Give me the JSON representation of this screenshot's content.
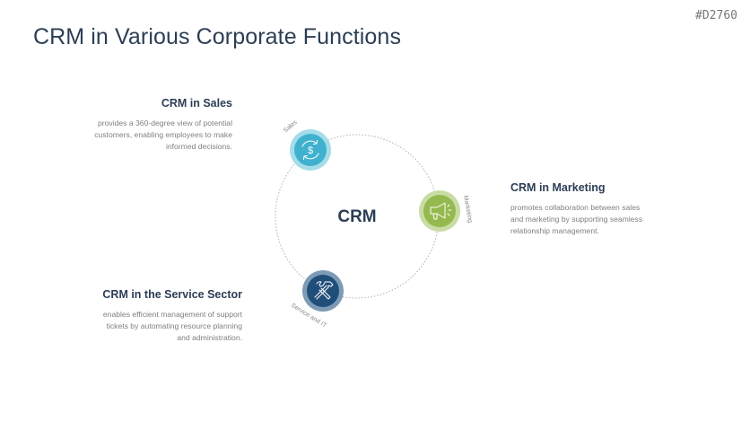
{
  "header": {
    "title": "CRM in Various Corporate Functions",
    "code": "#D2760"
  },
  "diagram": {
    "center_label": "CRM",
    "nodes": [
      {
        "id": "sales",
        "label": "Sales",
        "icon": "dollar-cycle-icon",
        "color": "#3fb1ce",
        "ring_color": "#a6dcea"
      },
      {
        "id": "marketing",
        "label": "Marketing",
        "icon": "megaphone-icon",
        "color": "#94b94f",
        "ring_color": "#c8dca4"
      },
      {
        "id": "service",
        "label": "Service and IT",
        "icon": "tools-icon",
        "color": "#1f4e79",
        "ring_color": "#7d9bb5"
      }
    ]
  },
  "sections": {
    "sales": {
      "heading": "CRM in Sales",
      "text_lines": [
        "provides a 360-degree view of potential",
        "customers, enabling employees to make",
        "informed decisions."
      ]
    },
    "marketing": {
      "heading": "CRM in Marketing",
      "text_lines": [
        "promotes collaboration between sales",
        "and marketing by supporting seamless",
        "relationship management."
      ]
    },
    "service": {
      "heading": "CRM in the Service Sector",
      "text_lines": [
        "enables efficient management of support",
        "tickets by automating resource planning",
        "and administration."
      ]
    }
  }
}
